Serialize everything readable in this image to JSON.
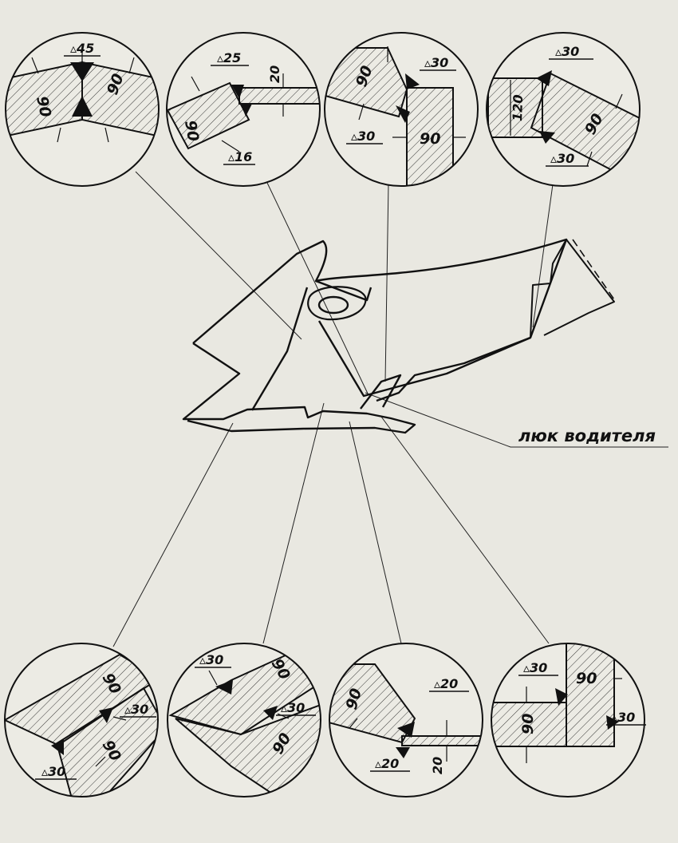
{
  "caption": "люк водителя",
  "details": {
    "d1": {
      "top": "▵45",
      "left": "90",
      "right": "90"
    },
    "d2": {
      "weld": "▵25",
      "plate_a": "90",
      "plate_b": "20",
      "weld2": "▵16"
    },
    "d3": {
      "weld_top": "▵30",
      "plate_a": "90",
      "weld_left": "▵30",
      "plate_b": "90"
    },
    "d4": {
      "weld_top": "▵30",
      "plate_a": "120",
      "plate_b": "90",
      "weld_bot": "▵30"
    },
    "d5": {
      "plate_a": "90",
      "weld_r": "▵30",
      "plate_b": "90",
      "weld_b": "▵30"
    },
    "d6": {
      "weld_top": "▵30",
      "plate_a": "90",
      "weld_r": "▵30",
      "plate_b": "90"
    },
    "d7": {
      "plate_a": "90",
      "weld_r": "▵20",
      "weld_l": "▵20",
      "plate_b": "20"
    },
    "d8": {
      "weld_top": "▵30",
      "plate_a": "90",
      "plate_b": "90",
      "weld_r": "▵30"
    }
  },
  "colors": {
    "paper": "#e9e8e1",
    "ink": "#111111",
    "hatch": "#222222"
  }
}
